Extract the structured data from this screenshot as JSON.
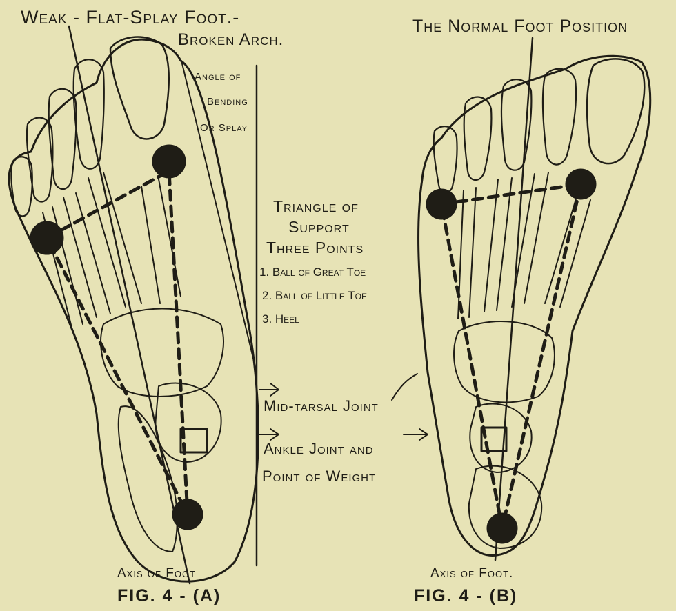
{
  "titles": {
    "left_line1": "Weak - Flat-Splay Foot.-",
    "left_line2": "Broken Arch.",
    "right": "The Normal Foot Position"
  },
  "angle_label": [
    "Angle of",
    "Bending",
    "Or Splay"
  ],
  "triangle_label": {
    "line1": "Triangle of",
    "line2": "Support",
    "line3": "Three Points",
    "points": [
      "1. Ball of Great Toe",
      "2. Ball of Little Toe",
      "3. Heel"
    ]
  },
  "joint_labels": {
    "midtarsal": "Mid-tarsal Joint",
    "ankle_line1": "Ankle Joint and",
    "ankle_line2": "Point of Weight"
  },
  "axis_labels": {
    "left": "Axis of Foot",
    "right": "Axis of Foot."
  },
  "figure_captions": {
    "left": "FIG. 4 - (A)",
    "right": "FIG. 4 - (B)"
  },
  "colors": {
    "paper": "#e7e3b6",
    "ink": "#1f1d16"
  }
}
